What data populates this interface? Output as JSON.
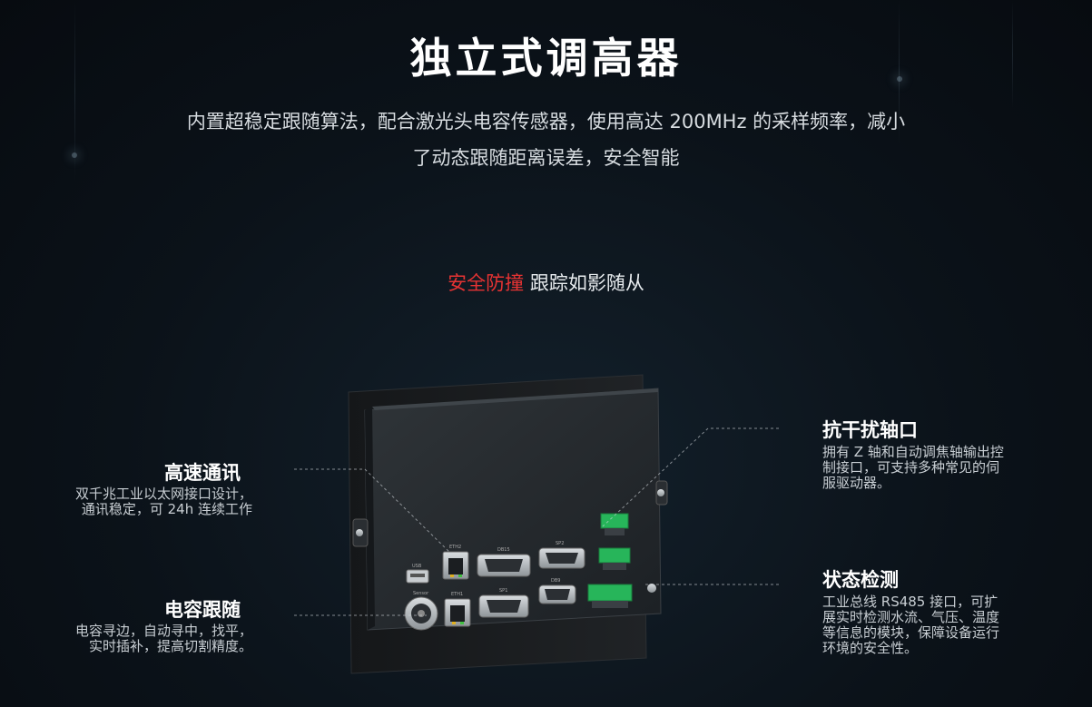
{
  "header": {
    "title": "独立式调高器",
    "subtitle_line1": "内置超稳定跟随算法，配合激光头电容传感器，使用高达 200MHz 的采样频率，减小",
    "subtitle_line2": "了动态跟随距离误差，安全智能"
  },
  "slogan": {
    "highlight": "安全防撞",
    "rest": " 跟踪如影随从"
  },
  "features": {
    "comm": {
      "title": "高速通讯",
      "desc_line1": "双千兆工业以太网接口设计，",
      "desc_line2": "通讯稳定，可 24h 连续工作"
    },
    "capacitive": {
      "title": "电容跟随",
      "desc_line1": "电容寻边，自动寻中，找平，",
      "desc_line2": "实时插补，提高切割精度。"
    },
    "axis": {
      "title": "抗干扰轴口",
      "desc_line1": "拥有 Z 轴和自动调焦轴输出控",
      "desc_line2": "制接口，可支持多种常见的伺",
      "desc_line3": "服驱动器。"
    },
    "status": {
      "title": "状态检测",
      "desc_line1": "工业总线 RS485 接口，可扩",
      "desc_line2": "展实时检测水流、气压、温度",
      "desc_line3": "等信息的模块，保障设备运行",
      "desc_line4": "环境的安全性。"
    }
  },
  "device_labels": {
    "usb": "USB",
    "eth1": "ETH1",
    "eth2": "ETH2",
    "sensor": "Sensor",
    "db15": "DB15",
    "sp1": "SP1",
    "sp2": "SP2",
    "db9": "DB9"
  },
  "colors": {
    "accent_red": "#e63333",
    "terminal_green": "#27b55a",
    "background": "#0b1219"
  }
}
